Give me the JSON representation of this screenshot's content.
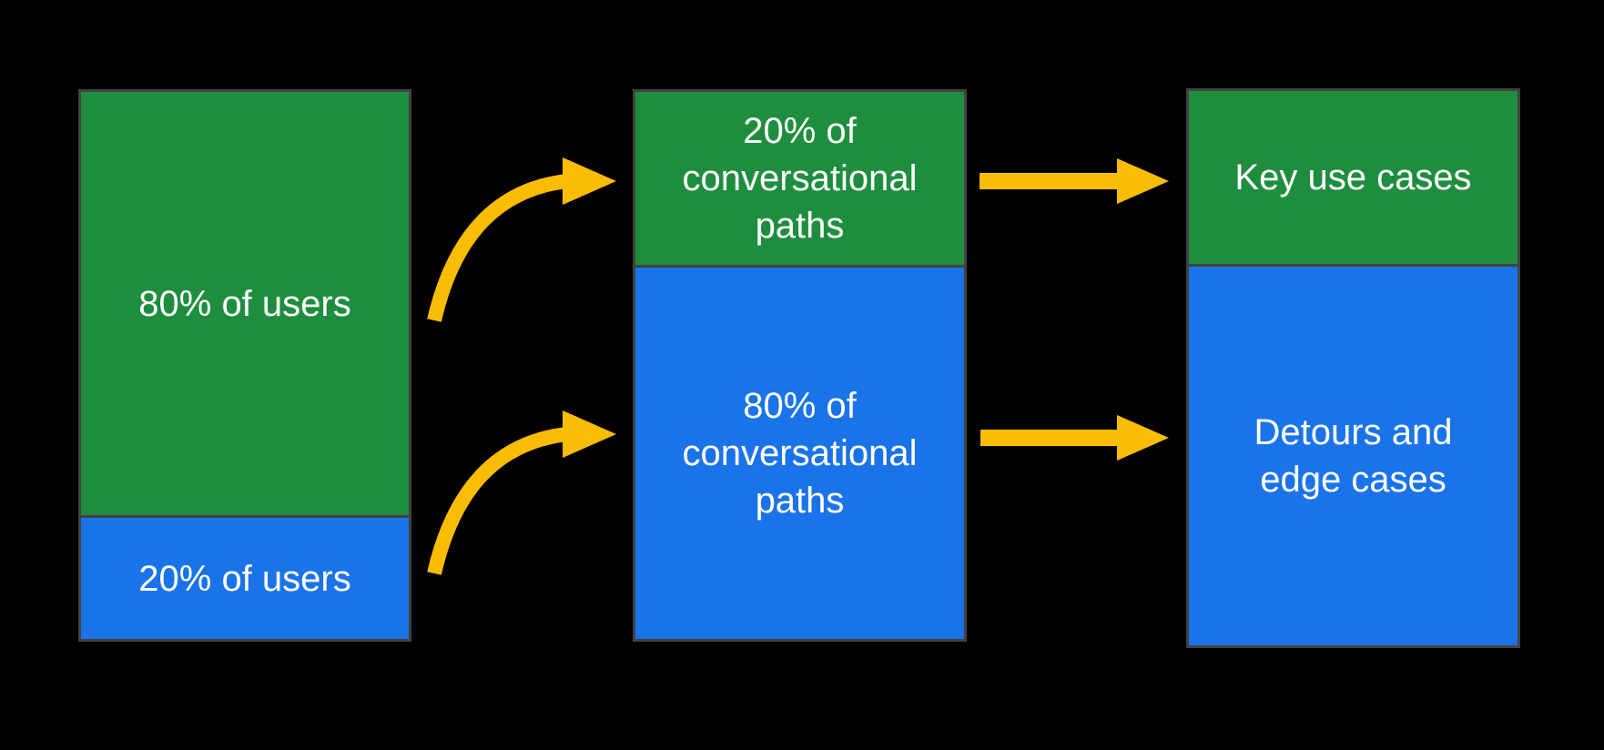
{
  "colors": {
    "background": "#000000",
    "green_segment": "#1E8E3E",
    "blue_segment": "#1A73E8",
    "arrow": "#FBBC04",
    "segment_border": "#424242",
    "label_text": "#FFFFFF"
  },
  "chart_data": {
    "type": "bar",
    "description": "Stacked proportion diagram: users mapped to conversational paths mapped to outcome types",
    "columns": [
      {
        "id": "users",
        "segments": [
          {
            "label": "80% of users",
            "value_percent": 80,
            "color": "#1E8E3E"
          },
          {
            "label": "20% of users",
            "value_percent": 20,
            "color": "#1A73E8"
          }
        ]
      },
      {
        "id": "conversational-paths",
        "segments": [
          {
            "label": "20% of conversational paths",
            "value_percent": 20,
            "color": "#1E8E3E"
          },
          {
            "label": "80% of conversational paths",
            "value_percent": 80,
            "color": "#1A73E8"
          }
        ]
      },
      {
        "id": "outcomes",
        "segments": [
          {
            "label": "Key use cases",
            "color": "#1E8E3E"
          },
          {
            "label": "Detours and edge cases",
            "color": "#1A73E8"
          }
        ]
      }
    ],
    "arrows": [
      {
        "style": "curved",
        "from": "80% of users",
        "to": "20% of conversational paths"
      },
      {
        "style": "curved",
        "from": "20% of users",
        "to": "80% of conversational paths"
      },
      {
        "style": "straight",
        "from": "20% of conversational paths",
        "to": "Key use cases"
      },
      {
        "style": "straight",
        "from": "80% of conversational paths",
        "to": "Detours and edge cases"
      }
    ]
  }
}
